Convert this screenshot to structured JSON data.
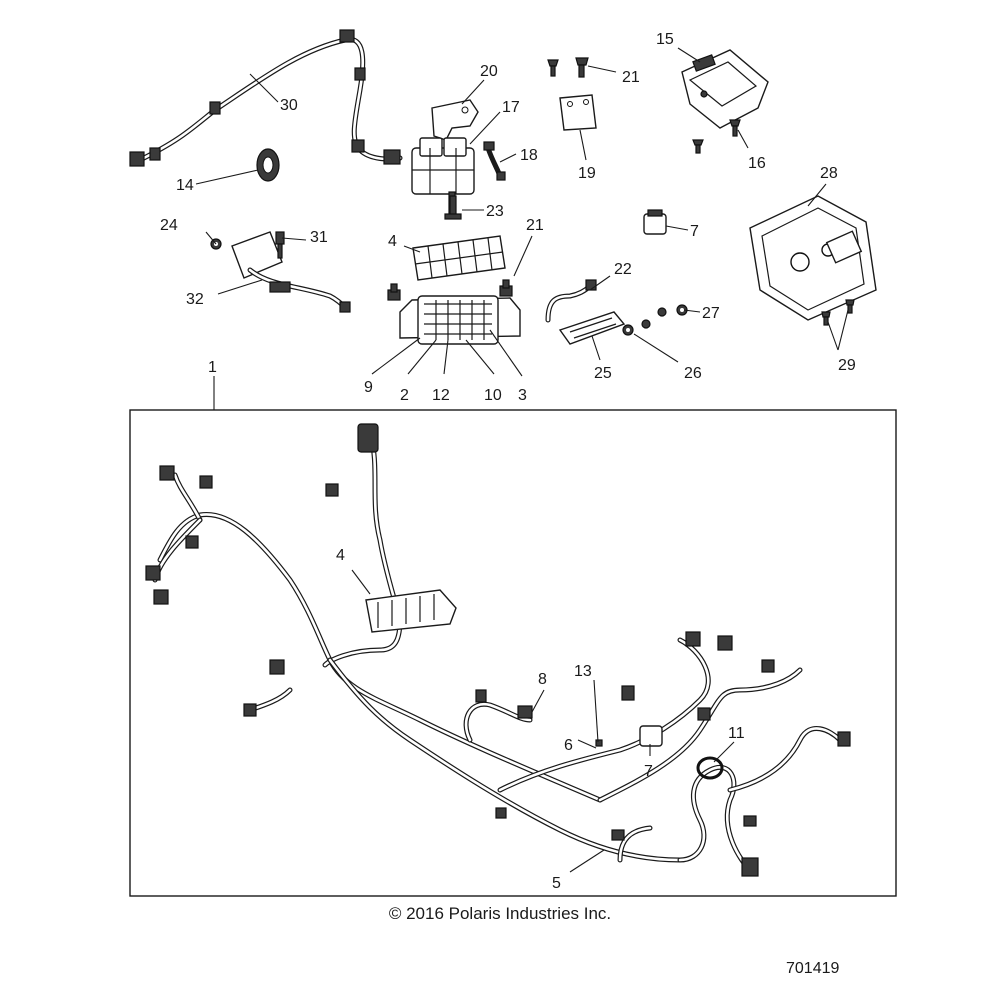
{
  "callouts": {
    "c1": "1",
    "c2": "2",
    "c3": "3",
    "c4a": "4",
    "c4b": "4",
    "c5": "5",
    "c6": "6",
    "c7a": "7",
    "c7b": "7",
    "c8": "8",
    "c9": "9",
    "c10": "10",
    "c11": "11",
    "c12": "12",
    "c13": "13",
    "c14": "14",
    "c15": "15",
    "c16": "16",
    "c17": "17",
    "c18": "18",
    "c19": "19",
    "c20": "20",
    "c21a": "21",
    "c21b": "21",
    "c22": "22",
    "c23": "23",
    "c24": "24",
    "c25": "25",
    "c26": "26",
    "c27": "27",
    "c28": "28",
    "c29": "29",
    "c30": "30",
    "c31": "31",
    "c32": "32"
  },
  "footer": {
    "copyright": "© 2016 Polaris Industries Inc.",
    "figure_number": "701419"
  }
}
